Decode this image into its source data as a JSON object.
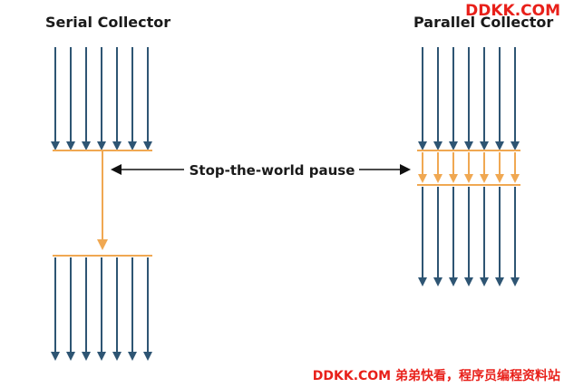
{
  "labels": {
    "serial_title": "Serial Collector",
    "parallel_title": "Parallel Collector",
    "pause": "Stop-the-world pause"
  },
  "watermark": {
    "top": "DDKK.COM",
    "bottom": "DDKK.COM 弟弟快看，程序员编程资料站"
  },
  "colors": {
    "thread": "#2e5573",
    "gc": "#f0a852",
    "text": "#1a1a1a",
    "watermark": "#e8201a"
  },
  "icons": {
    "thread": "down-arrow-icon",
    "pause_marker": "double-headed-arrow-icon"
  },
  "diagram": {
    "serial_app_threads": 7,
    "serial_gc_threads": 1,
    "parallel_app_threads": 7,
    "parallel_gc_threads": 7
  }
}
